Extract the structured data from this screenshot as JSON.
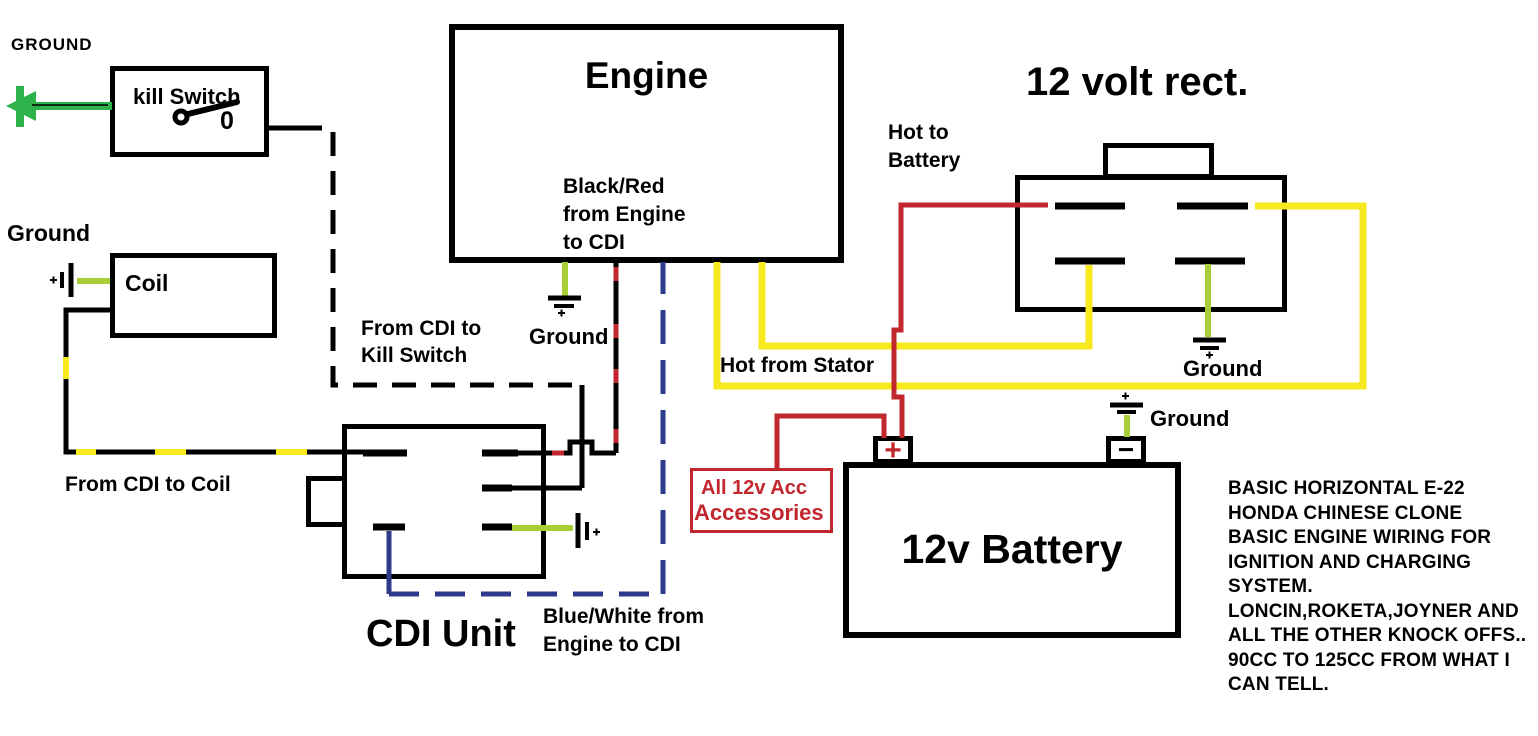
{
  "diagram": {
    "components": {
      "kill_switch": {
        "label": "kill Switch",
        "contact_glyph": "0"
      },
      "coil": {
        "label": "Coil"
      },
      "engine": {
        "label": "Engine"
      },
      "cdi": {
        "label": "CDI Unit"
      },
      "rectifier": {
        "label": "12 volt rect."
      },
      "battery": {
        "label": "12v Battery",
        "plus": "+",
        "minus": "−"
      },
      "accessories": {
        "line1": "All 12v Acc",
        "line2": "Accessories"
      }
    },
    "labels": {
      "ground_top": "GROUND",
      "ground_coil": "Ground",
      "ground_engine": "Ground",
      "ground_rectifier": "Ground",
      "ground_battery": "Ground",
      "black_red_line1": "Black/Red",
      "black_red_line2": "from Engine",
      "black_red_line3": "to CDI",
      "from_cdi_kill_line1": "From CDI to",
      "from_cdi_kill_line2": "Kill Switch",
      "hot_to_battery_line1": "Hot to",
      "hot_to_battery_line2": "Battery",
      "hot_from_stator": "Hot from Stator",
      "from_cdi_to_coil": "From CDI to Coil",
      "blue_white_line1": "Blue/White from",
      "blue_white_line2": "Engine to CDI"
    },
    "note_lines": [
      "BASIC HORIZONTAL E-22",
      "HONDA CHINESE CLONE",
      "BASIC ENGINE WIRING FOR",
      "IGNITION AND CHARGING",
      "SYSTEM.",
      "LONCIN,ROKETA,JOYNER AND",
      "ALL THE OTHER KNOCK OFFS..",
      "90CC TO 125CC FROM WHAT I",
      "CAN TELL."
    ],
    "colors": {
      "wire_yellow": "#f7e91c",
      "wire_red": "#c1272d",
      "ground_green": "#a9cf38",
      "arrow_green": "#2db34a",
      "wire_blue": "#2e3a8c",
      "wire_black": "#000000"
    }
  }
}
